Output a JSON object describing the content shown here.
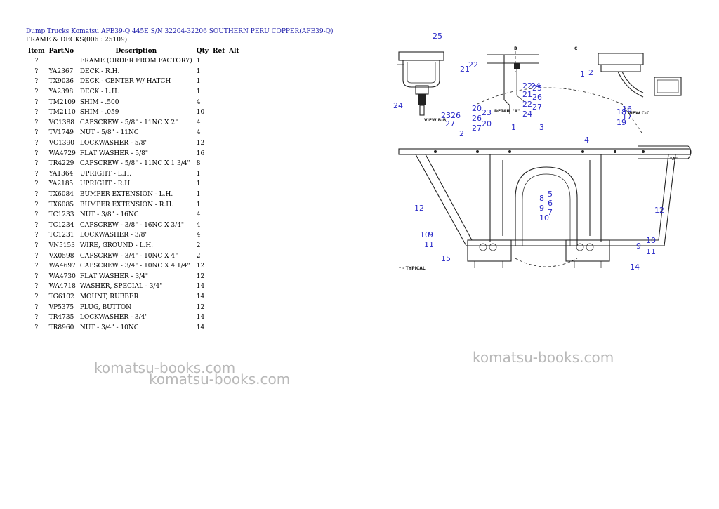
{
  "breadcrumb": {
    "link1": "Dump Trucks Komatsu",
    "link2": "AFE39-Q 445E S/N 32204-32206 SOUTHERN PERU COPPER(AFE39-Q)"
  },
  "subtitle": "FRAME & DECKS(006 : 25109)",
  "table": {
    "headers": [
      "Item",
      "PartNo",
      "Description",
      "Qty",
      "Ref",
      "Alt"
    ],
    "rows": [
      [
        "?",
        "",
        "FRAME (ORDER FROM FACTORY)",
        "1"
      ],
      [
        "?",
        "YA2367",
        "DECK - R.H.",
        "1"
      ],
      [
        "?",
        "TX9036",
        "DECK - CENTER W/ HATCH",
        "1"
      ],
      [
        "?",
        "YA2398",
        "DECK - L.H.",
        "1"
      ],
      [
        "?",
        "TM2109",
        "SHIM - .500",
        "4"
      ],
      [
        "?",
        "TM2110",
        "SHIM - .059",
        "10"
      ],
      [
        "?",
        "VC1388",
        "CAPSCREW - 5/8\" - 11NC X 2\"",
        "4"
      ],
      [
        "?",
        "TV1749",
        "NUT - 5/8\" - 11NC",
        "4"
      ],
      [
        "?",
        "VC1390",
        "LOCKWASHER - 5/8\"",
        "12"
      ],
      [
        "?",
        "WA4729",
        "FLAT WASHER - 5/8\"",
        "16"
      ],
      [
        "?",
        "TR4229",
        "CAPSCREW - 5/8\" - 11NC X 1 3/4\"",
        "8"
      ],
      [
        "?",
        "YA1364",
        "UPRIGHT - L.H.",
        "1"
      ],
      [
        "?",
        "YA2185",
        "UPRIGHT - R.H.",
        "1"
      ],
      [
        "?",
        "TX6084",
        "BUMPER EXTENSION - L.H.",
        "1"
      ],
      [
        "?",
        "TX6085",
        "BUMPER EXTENSION - R.H.",
        "1"
      ],
      [
        "?",
        "TC1233",
        "NUT - 3/8\" - 16NC",
        "4"
      ],
      [
        "?",
        "TC1234",
        "CAPSCREW - 3/8\" - 16NC X 3/4\"",
        "4"
      ],
      [
        "?",
        "TC1231",
        "LOCKWASHER - 3/8\"",
        "4"
      ],
      [
        "?",
        "VN5153",
        "WIRE, GROUND - L.H.",
        "2"
      ],
      [
        "?",
        "VX0598",
        "CAPSCREW - 3/4\" - 10NC X 4\"",
        "2"
      ],
      [
        "?",
        "WA4697",
        "CAPSCREW - 3/4\" - 10NC X 4 1/4\"",
        "12"
      ],
      [
        "?",
        "WA4730",
        "FLAT WASHER - 3/4\"",
        "12"
      ],
      [
        "?",
        "WA4718",
        "WASHER, SPECIAL - 3/4\"",
        "14"
      ],
      [
        "?",
        "TG6102",
        "MOUNT, RUBBER",
        "14"
      ],
      [
        "?",
        "VP5375",
        "PLUG, BUTTON",
        "12"
      ],
      [
        "?",
        "TR4735",
        "LOCKWASHER - 3/4\"",
        "14"
      ],
      [
        "?",
        "TR8960",
        "NUT - 3/4\" - 10NC",
        "14"
      ]
    ]
  },
  "watermark": "komatsu-books.com",
  "diagram": {
    "view_bb": "VIEW B-B",
    "view_cc": "VIEW C-C",
    "detail_a": "DETAIL \"A\"",
    "typical": "* - TYPICAL",
    "callout_a": "\"A\"",
    "sec_b": "B",
    "sec_c": "C",
    "callouts": {
      "n1a": "1",
      "n1b": "1",
      "n2a": "2",
      "n2b": "2",
      "n3": "3",
      "n4": "4",
      "n5": "5",
      "n6": "6",
      "n7": "7",
      "n8": "8",
      "n9a": "9",
      "n9b": "9",
      "n9c": "9",
      "n10a": "10",
      "n10b": "10",
      "n10c": "10",
      "n11a": "11",
      "n11b": "11",
      "n12a": "12",
      "n12b": "12",
      "n14": "14",
      "n15": "15",
      "n16": "16",
      "n17": "17",
      "n18": "18",
      "n19": "19",
      "n20": "20",
      "n21a": "21",
      "n21b": "21",
      "n22a": "22",
      "n22b": "22",
      "n22c": "22",
      "n23a": "23",
      "n23b": "23",
      "n24a": "24",
      "n24b": "24",
      "n25a": "25",
      "n25b": "25",
      "n26a": "26",
      "n26b": "26",
      "n26c": "26",
      "n27a": "27",
      "n27b": "27",
      "n27c": "27"
    }
  }
}
